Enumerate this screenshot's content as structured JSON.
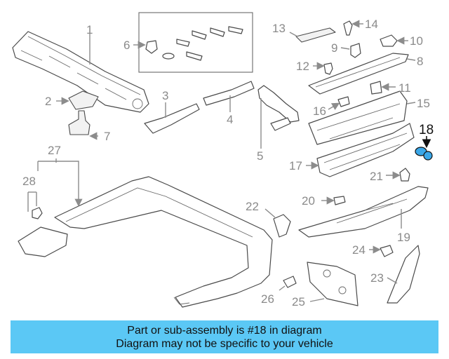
{
  "callouts": {
    "c1": "1",
    "c2": "2",
    "c3": "3",
    "c4": "4",
    "c5": "5",
    "c6": "6",
    "c7": "7",
    "c8": "8",
    "c9": "9",
    "c10": "10",
    "c11": "11",
    "c12": "12",
    "c13": "13",
    "c14": "14",
    "c15": "15",
    "c16": "16",
    "c17": "17",
    "c18": "18",
    "c19": "19",
    "c20": "20",
    "c21": "21",
    "c22": "22",
    "c23": "23",
    "c24": "24",
    "c25": "25",
    "c26": "26",
    "c27": "27",
    "c28": "28"
  },
  "highlighted_part": "18",
  "colors": {
    "banner": "#5bc8f5",
    "highlight_part": "#3aa7e8",
    "line_art": "#4a4a4a",
    "callout_text": "#8a8a8a"
  },
  "banner": {
    "line1": "Part or sub-assembly is #18 in diagram",
    "line2": "Diagram may not be specific to your vehicle"
  }
}
